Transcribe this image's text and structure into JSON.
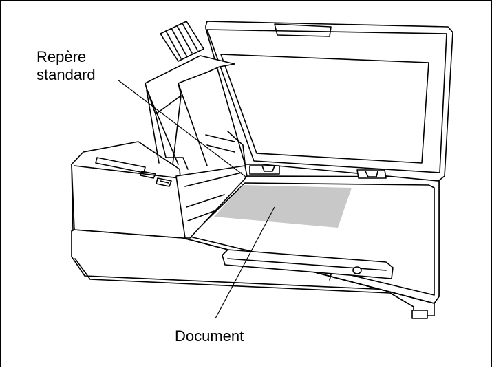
{
  "callouts": {
    "reference_mark_line1": "Repère",
    "reference_mark_line2": "standard",
    "document": "Document"
  },
  "colors": {
    "stroke": "#000000",
    "document_fill": "#c8c8c8",
    "body_fill": "#ffffff"
  }
}
